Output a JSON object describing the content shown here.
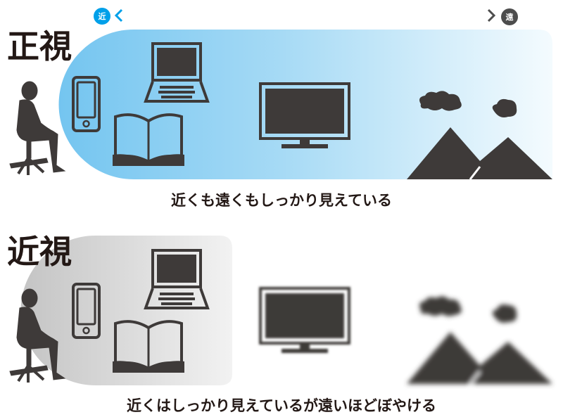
{
  "scale": {
    "near_label": "近",
    "far_label": "遠",
    "near_color": "#00a0e9",
    "far_color": "#4d4d4d"
  },
  "normal": {
    "title": "正視",
    "caption": "近くも遠くもしっかり見えている",
    "panel_color": "#7cc8f0"
  },
  "myopia": {
    "title": "近視",
    "caption": "近くはしっかり見えているが遠いほどぼやける",
    "panel_color": "#c9c9c9"
  },
  "icon_color": "#3e3a39",
  "icons": [
    "person-seated-icon",
    "smartphone-icon",
    "laptop-icon",
    "book-icon",
    "tv-icon",
    "cloud-icon",
    "mountain-icon"
  ]
}
